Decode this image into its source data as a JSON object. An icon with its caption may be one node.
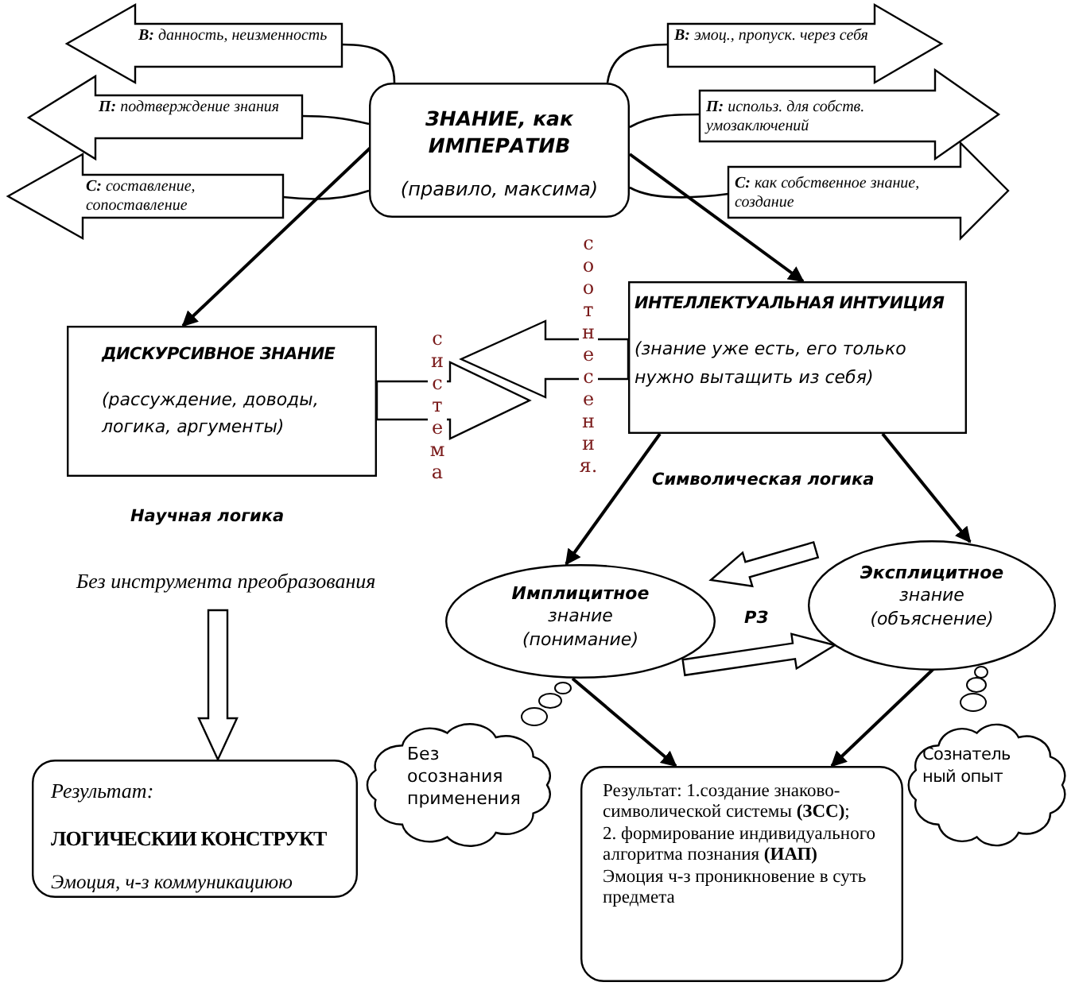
{
  "diagram": {
    "nodes": [
      {
        "text": [
          "ЗНАНИЕ, как ИМПЕРАТИВ",
          "(правило, максима)"
        ]
      },
      {
        "text": [
          "**В:** данность, неизменность"
        ]
      },
      {
        "text": [
          "**П:** подтверждение знания"
        ]
      },
      {
        "text": [
          "**С:** составление, сопоставление"
        ]
      },
      {
        "text": [
          "**В:** эмоц., пропуск. через себя"
        ]
      },
      {
        "text": [
          "**П:** использ. для собств. умозаключений"
        ]
      },
      {
        "text": [
          "**С:** как собственное знание, создание"
        ]
      },
      {
        "text": [
          "ДИСКУРСИВНОЕ ЗНАНИЕ",
          "(рассуждение, доводы, логика, аргументы)"
        ]
      },
      {
        "text": [
          "ИНТЕЛЛЕКТУАЛЬНАЯ ИНТУИЦИЯ",
          "(знание уже есть, его только нужно вытащить из себя)"
        ]
      },
      {
        "text": [
          "Имплицитное",
          "знание (понимание)"
        ]
      },
      {
        "text": [
          "Эксплицитное",
          "знание (объяснение)"
        ]
      },
      {
        "text": [
          "Без инструмента преобразования"
        ]
      },
      {
        "text": [
          "Без осознания применения"
        ]
      },
      {
        "text": [
          "Сознательный опыт"
        ]
      },
      {
        "text": [
          "Результат:",
          "ЛОГИЧЕСКИИ КОНСТРУКТ",
          "Эмоция, ч-з коммуникациюю"
        ]
      },
      {
        "text": [
          "Результат: 1.создание знаково-символической системы **(ЗСС)**;",
          "2. формирование индивидуального алгоритма познания **(ИАП)**",
          "Эмоция ч-з проникновение в суть предмета"
        ]
      }
    ],
    "edges": [
      {
        "from": 0,
        "to": 1,
        "arrow": "none"
      },
      {
        "from": 0,
        "to": 2,
        "arrow": "none"
      },
      {
        "from": 0,
        "to": 3,
        "arrow": "none"
      },
      {
        "from": 0,
        "to": 4,
        "arrow": "none"
      },
      {
        "from": 0,
        "to": 5,
        "arrow": "none"
      },
      {
        "from": 0,
        "to": 6,
        "arrow": "none"
      },
      {
        "from": 0,
        "to": 7,
        "arrow": "to"
      },
      {
        "from": 0,
        "to": 8,
        "arrow": "to"
      },
      {
        "from": 8,
        "to": 7,
        "arrow": "to"
      },
      {
        "from": 7,
        "to": 8,
        "arrow": "to"
      },
      {
        "from": 8,
        "to": 9,
        "arrow": "to"
      },
      {
        "from": 8,
        "to": 10,
        "arrow": "to"
      },
      {
        "from": 10,
        "to": 9,
        "arrow": "to"
      },
      {
        "from": 9,
        "to": 10,
        "arrow": "to"
      },
      {
        "from": 11,
        "to": 14,
        "arrow": "to"
      },
      {
        "from": 9,
        "to": 15,
        "arrow": "to"
      },
      {
        "from": 10,
        "to": 15,
        "arrow": "to"
      }
    ],
    "labels": [
      "соотнесения.",
      "система",
      "Символическая логика",
      "Научная логика",
      "РЗ"
    ]
  }
}
